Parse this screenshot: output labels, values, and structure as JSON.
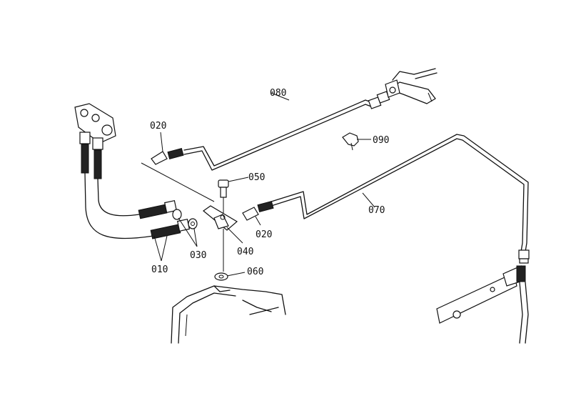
{
  "diagram": {
    "labels": {
      "p010": "010",
      "p020a": "020",
      "p020b": "020",
      "p030": "030",
      "p040": "040",
      "p050": "050",
      "p060": "060",
      "p070": "070",
      "p080": "080",
      "p090": "090"
    }
  }
}
